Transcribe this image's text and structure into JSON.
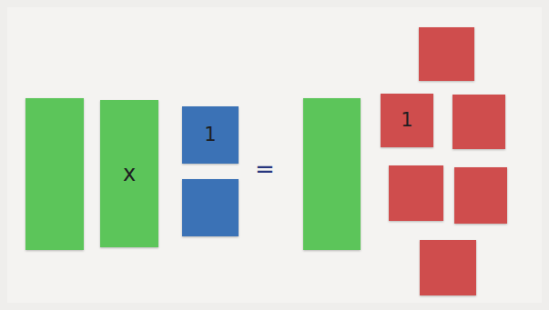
{
  "diagram": {
    "nodes": [
      {
        "text": [
          "x"
        ]
      },
      {
        "text": [
          "1"
        ]
      },
      {
        "text": [
          "1"
        ]
      }
    ],
    "labels": [
      "="
    ]
  }
}
